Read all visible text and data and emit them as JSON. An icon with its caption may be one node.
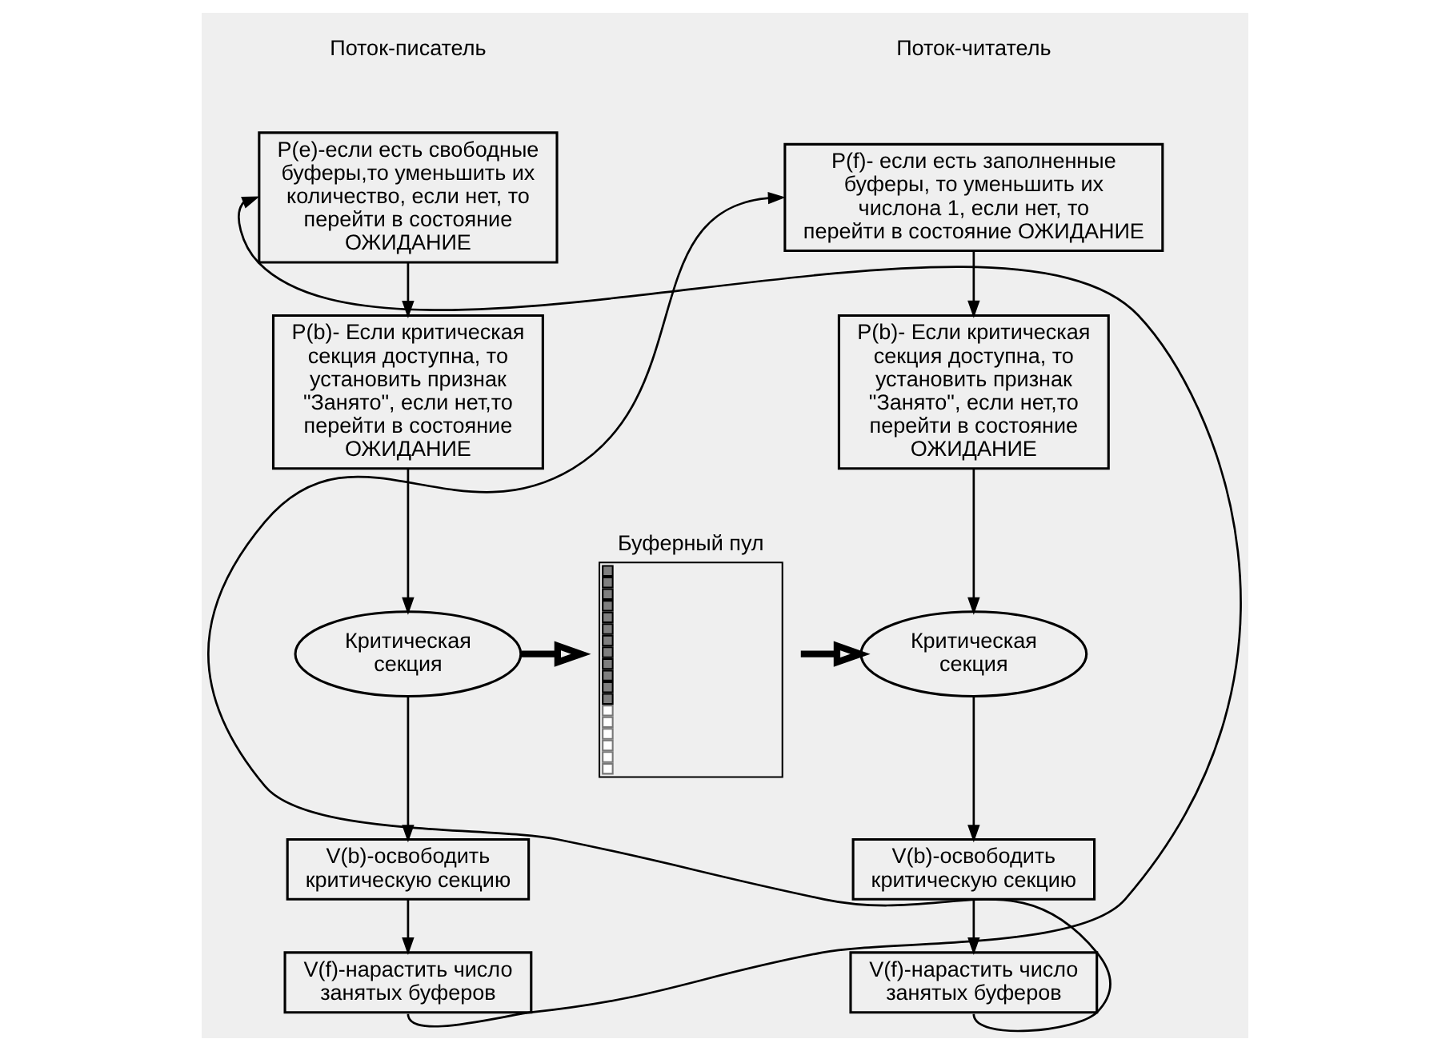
{
  "diagram": {
    "nodes": [
      {
        "text": [
          "P(e)-если есть свободные буферы,то уменьшить их количество, если нет, то перейти в состояние ОЖИДАНИЕ"
        ]
      },
      {
        "text": [
          "P(b)- Если критическая секция доступна, то установить признак \"Занято\", если нет,то перейти в состояние ОЖИДАНИЕ"
        ]
      },
      {
        "text": [
          "Критическая секция"
        ]
      },
      {
        "text": [
          "V(b)-освободить критическую секцию"
        ]
      },
      {
        "text": [
          "V(f)-нарастить число занятых буферов"
        ]
      },
      {
        "text": [
          "Буферный пул"
        ]
      },
      {
        "text": [
          "P(f)- если есть заполненные буферы, то уменьшить их числона 1, если нет, то перейти в состояние ОЖИДАНИЕ"
        ]
      },
      {
        "text": [
          "P(b)- Если критическая секция доступна, то установить признак \"Занято\", если нет,то перейти в состояние ОЖИДАНИЕ"
        ]
      },
      {
        "text": [
          "Критическая секция"
        ]
      },
      {
        "text": [
          "V(b)-освободить критическую секцию"
        ]
      },
      {
        "text": [
          "V(f)-нарастить число занятых буферов"
        ]
      }
    ],
    "edges": [
      {
        "from": 0,
        "to": 1,
        "arrow": "to"
      },
      {
        "from": 1,
        "to": 2,
        "arrow": "to"
      },
      {
        "from": 2,
        "to": 3,
        "arrow": "to"
      },
      {
        "from": 3,
        "to": 4,
        "arrow": "to"
      },
      {
        "from": 4,
        "to": 0,
        "arrow": "to"
      },
      {
        "from": 2,
        "to": 5,
        "arrow": "to",
        "style": "thick"
      },
      {
        "from": 5,
        "to": 8,
        "arrow": "to",
        "style": "thick"
      },
      {
        "from": 6,
        "to": 7,
        "arrow": "to"
      },
      {
        "from": 7,
        "to": 8,
        "arrow": "to"
      },
      {
        "from": 8,
        "to": 9,
        "arrow": "to"
      },
      {
        "from": 9,
        "to": 10,
        "arrow": "to"
      },
      {
        "from": 10,
        "to": 6,
        "arrow": "to"
      }
    ],
    "labels": [
      "Поток-писатель",
      "Поток-читатель"
    ]
  }
}
